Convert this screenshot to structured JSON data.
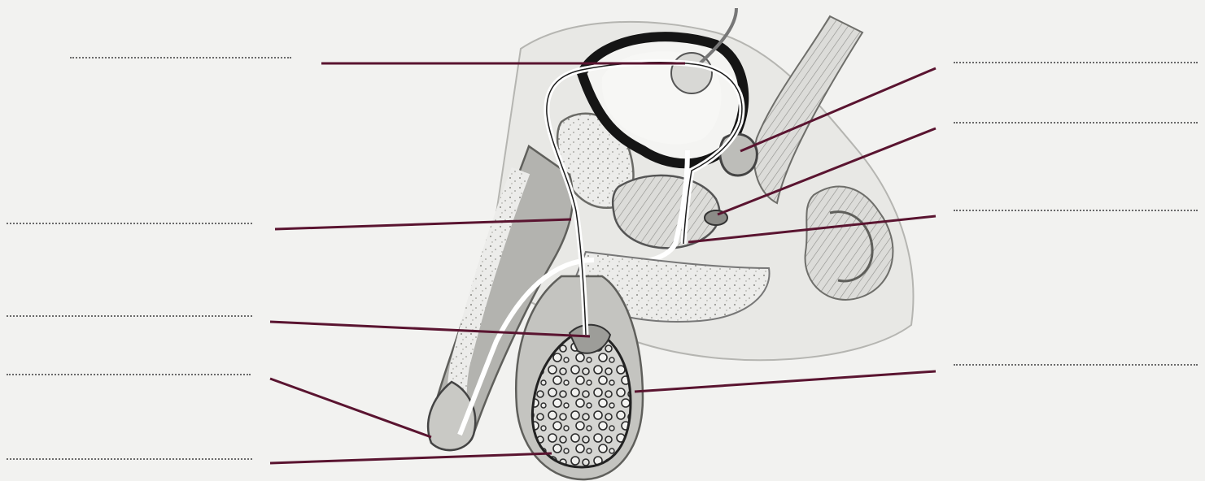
{
  "diagram": {
    "labels": [
      {
        "id": "label-1",
        "target": "urinary-bladder",
        "text": ""
      },
      {
        "id": "label-2",
        "target": "ductus-deferens",
        "text": ""
      },
      {
        "id": "label-3",
        "target": "epididymis",
        "text": ""
      },
      {
        "id": "label-4",
        "target": "glans-penis",
        "text": ""
      },
      {
        "id": "label-5",
        "target": "testis",
        "text": ""
      },
      {
        "id": "label-6",
        "target": "seminal-vesicle",
        "text": ""
      },
      {
        "id": "label-7",
        "target": "prostate-gland",
        "text": ""
      },
      {
        "id": "label-8",
        "target": "bulbourethral-gland",
        "text": ""
      },
      {
        "id": "label-9",
        "target": "scrotum",
        "text": ""
      }
    ],
    "colors": {
      "leader_line": "#5a1430",
      "tissue_light": "#e9e9e6",
      "tissue_mid": "#a9a9a6",
      "tissue_dark": "#7b7b78",
      "ink": "#1c1c1c",
      "duct_white": "#ffffff"
    }
  }
}
